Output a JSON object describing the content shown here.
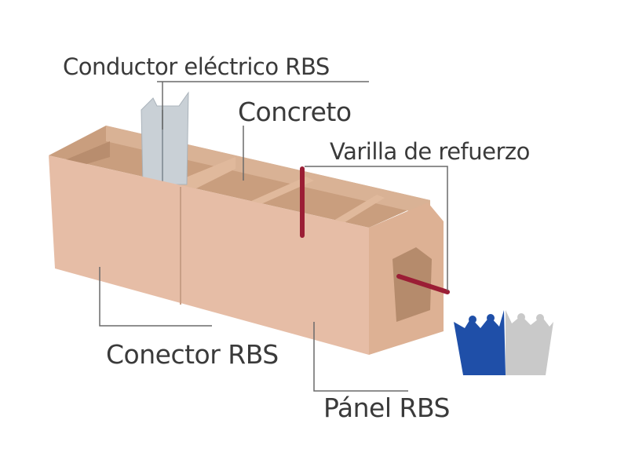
{
  "labels": {
    "conductor": "Conductor eléctrico RBS",
    "concreto": "Concreto",
    "varilla": "Varilla de refuerzo",
    "conector": "Conector RBS",
    "panel": "Pánel RBS"
  },
  "colors": {
    "panel_front": "#e6bda6",
    "panel_top": "#d7ab8c",
    "panel_inner": "#c99e7e",
    "conductor": "#c9d0d6",
    "rebar": "#9b1e35",
    "leader": "#6a6a6a",
    "crown_blue": "#1f4fa8",
    "crown_grey": "#c9c9c9"
  },
  "icons": [
    "crown-logo-icon"
  ]
}
